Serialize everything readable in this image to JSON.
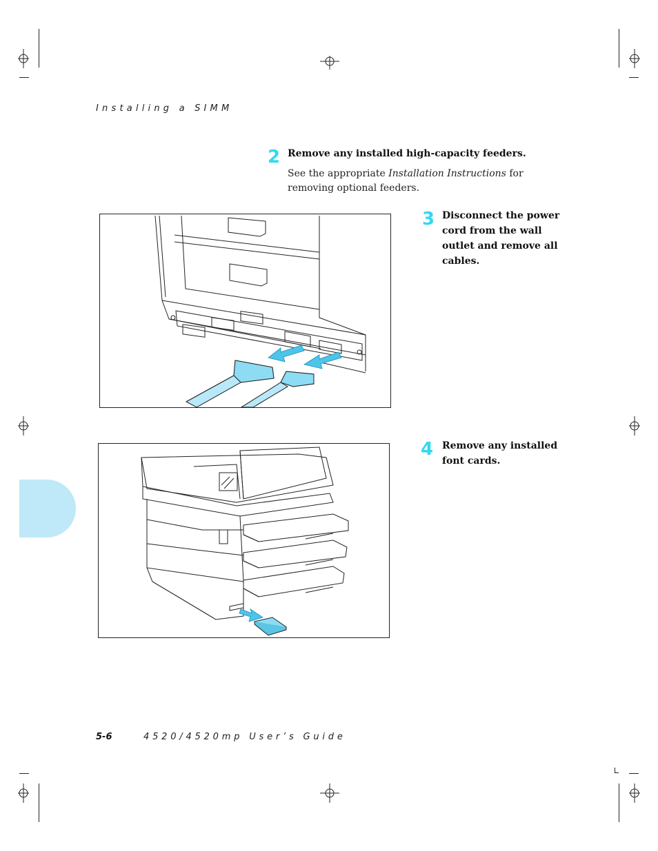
{
  "header": {
    "section_title": "Installing a SIMM"
  },
  "steps": [
    {
      "number": "2",
      "heading": "Remove any installed high-capacity feeders.",
      "body_prefix": "See the appropriate ",
      "body_italic": "Installation Instructions",
      "body_suffix": " for removing optional feeders."
    },
    {
      "number": "3",
      "heading": "Disconnect the power cord from the wall outlet and remove all cables."
    },
    {
      "number": "4",
      "heading": "Remove any installed font cards."
    }
  ],
  "footer": {
    "page_number": "5-6",
    "guide_title": "4520/4520mp User’s Guide"
  },
  "colors": {
    "accent": "#34d8f0",
    "tab": "#bfe8f8",
    "arrow": "#4dc4ea"
  }
}
